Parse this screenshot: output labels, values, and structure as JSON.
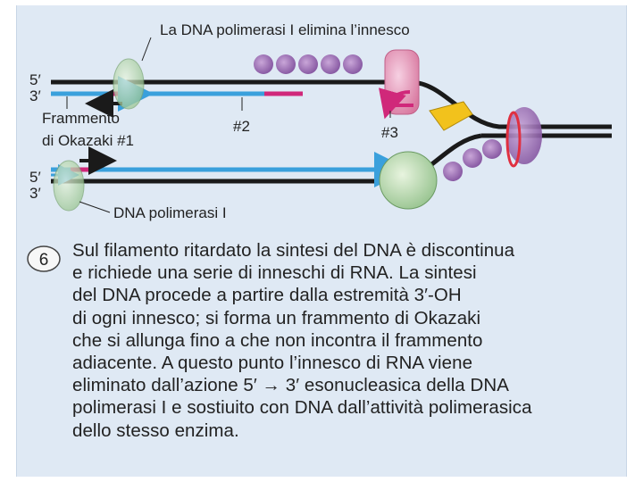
{
  "labels": {
    "title": "La DNA polimerasi I elimina l’innesco",
    "five_prime_top": "5′",
    "three_prime_top": "3′",
    "fragment_line1": "Frammento",
    "fragment_line2": "di Okazaki #1",
    "frag2": "#2",
    "frag3": "#3",
    "five_prime_bottom": "5′",
    "three_prime_bottom": "3′",
    "polymerase_label": "DNA polimerasi I"
  },
  "caption": {
    "step_number": "6",
    "lines": [
      "Sul filamento ritardato la sintesi del DNA è discontinua",
      "e richiede una serie di inneschi di RNA. La sintesi",
      "del DNA procede a partire dalla estremità 3′-OH",
      "di ogni innesco; si forma un frammento di Okazaki",
      "che si allunga fino a che non incontra il frammento",
      "adiacente. A questo punto l’innesco di RNA viene",
      "eliminato dall’azione 5′ → 3′ esonucleasica della DNA",
      "polimerasi I e sostiuito con DNA dall’attività polimerasica",
      "dello stesso enzima."
    ]
  },
  "colors": {
    "panel_bg": "#dfe9f4",
    "dna_strand": "#1a1a1a",
    "new_dna": "#3aa0dc",
    "rna_primer": "#d0287a",
    "ssb_protein": "#9a6bb0",
    "primase": "#e7a0c0",
    "helicase": "#f2c21c",
    "polymerase": "#b9d9b0"
  }
}
